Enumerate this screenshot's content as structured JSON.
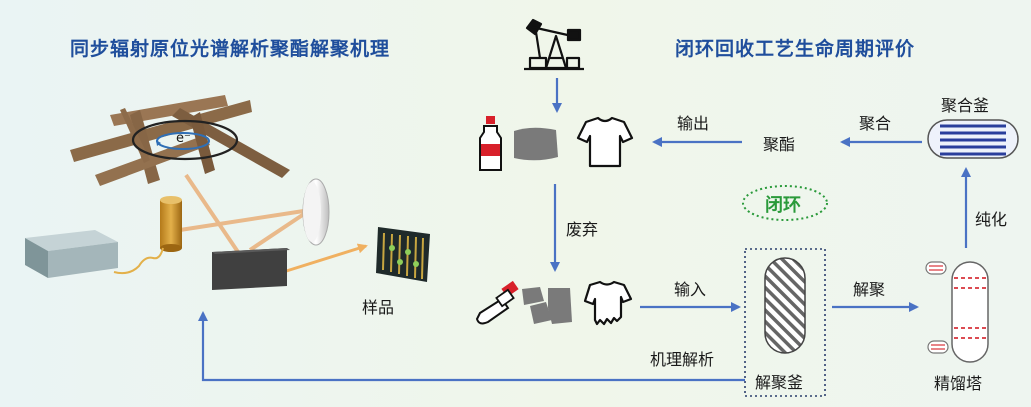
{
  "left_panel": {
    "title": "同步辐射原位光谱解析聚酯解聚机理",
    "electron_label": "e⁻",
    "sample_label": "样品"
  },
  "right_panel": {
    "title": "闭环回收工艺生命周期评价",
    "polyester": "聚酯",
    "output": "输出",
    "polymerize": "聚合",
    "polymerization_kettle": "聚合釜",
    "closed_loop": "闭环",
    "discard": "废弃",
    "purify": "纯化",
    "input": "输入",
    "depolymerize": "解聚",
    "mechanism_analysis": "机理解析",
    "depolymerization_kettle": "解聚釜",
    "distillation_tower": "精馏塔"
  },
  "colors": {
    "title_blue": "#1f4e9c",
    "arrow_blue": "#4a72c4",
    "closed_loop_green": "#2a9a3a"
  }
}
